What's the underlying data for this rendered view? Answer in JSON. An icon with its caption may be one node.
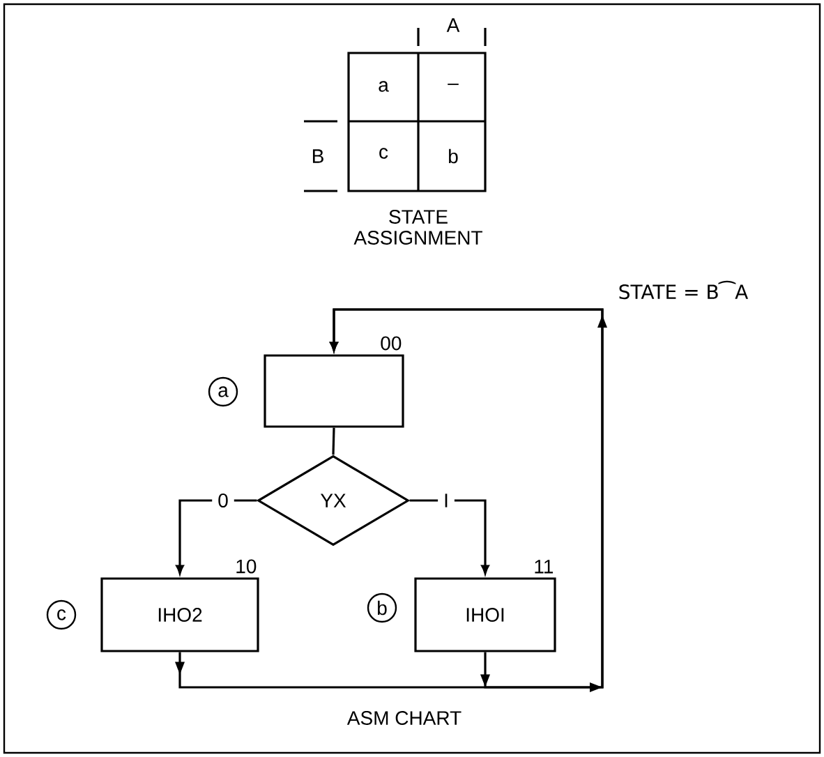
{
  "diagram": {
    "nodes": [
      {
        "text": [],
        "shape": "box",
        "beside": [
          "a",
          "00"
        ]
      },
      {
        "text": [
          "YX"
        ]
      },
      {
        "text": [
          "IHO2"
        ],
        "beside": [
          "c",
          "10"
        ]
      },
      {
        "text": [
          "IHOI"
        ],
        "beside": [
          "b",
          "11"
        ]
      }
    ],
    "edges": [
      {
        "from": 0,
        "to": 1,
        "arrow": "none"
      },
      {
        "from": 1,
        "to": 2,
        "arrow": "to",
        "label": "0"
      },
      {
        "from": 1,
        "to": 3,
        "arrow": "to",
        "label": "I"
      },
      {
        "from": 2,
        "to": 0,
        "arrow": "to"
      },
      {
        "from": 3,
        "to": 0,
        "arrow": "to"
      }
    ],
    "labels": [
      "A",
      "a",
      "–",
      "B",
      "c",
      "b",
      "STATE ASSIGNMENT",
      "STATE = B⁀A",
      "ASM CHART"
    ]
  }
}
